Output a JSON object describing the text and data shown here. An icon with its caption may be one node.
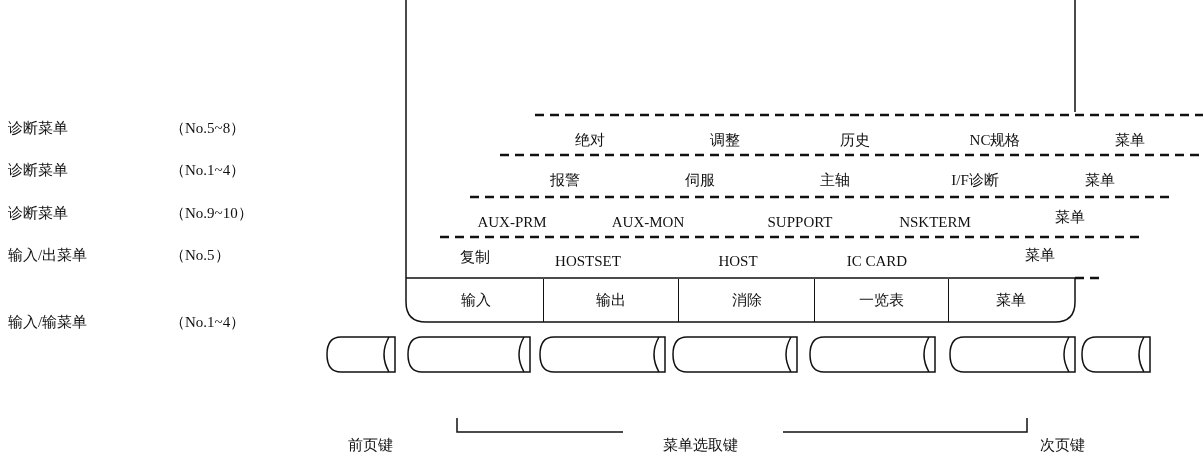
{
  "diagram": {
    "nodes": [
      {
        "text": [
          "输入"
        ]
      },
      {
        "text": [
          "输出"
        ]
      },
      {
        "text": [
          "消除"
        ]
      },
      {
        "text": [
          "一览表"
        ]
      },
      {
        "text": [
          "菜单"
        ]
      }
    ],
    "labels": [
      "诊断菜单",
      "（No.5~8）",
      "绝对",
      "调整",
      "历史",
      "NC规格",
      "菜单",
      "诊断菜单",
      "（No.1~4）",
      "报警",
      "伺服",
      "主轴",
      "I/F诊断",
      "菜单",
      "诊断菜单",
      "（No.9~10）",
      "AUX-PRM",
      "AUX-MON",
      "SUPPORT",
      "NSKTERM",
      "菜单",
      "输入/出菜单",
      "（No.5）",
      "复制",
      "HOSTSET",
      "HOST",
      "IC CARD",
      "菜单",
      "输入/输菜单",
      "（No.1~4）",
      "前页键",
      "菜单选取键",
      "次页键"
    ]
  }
}
